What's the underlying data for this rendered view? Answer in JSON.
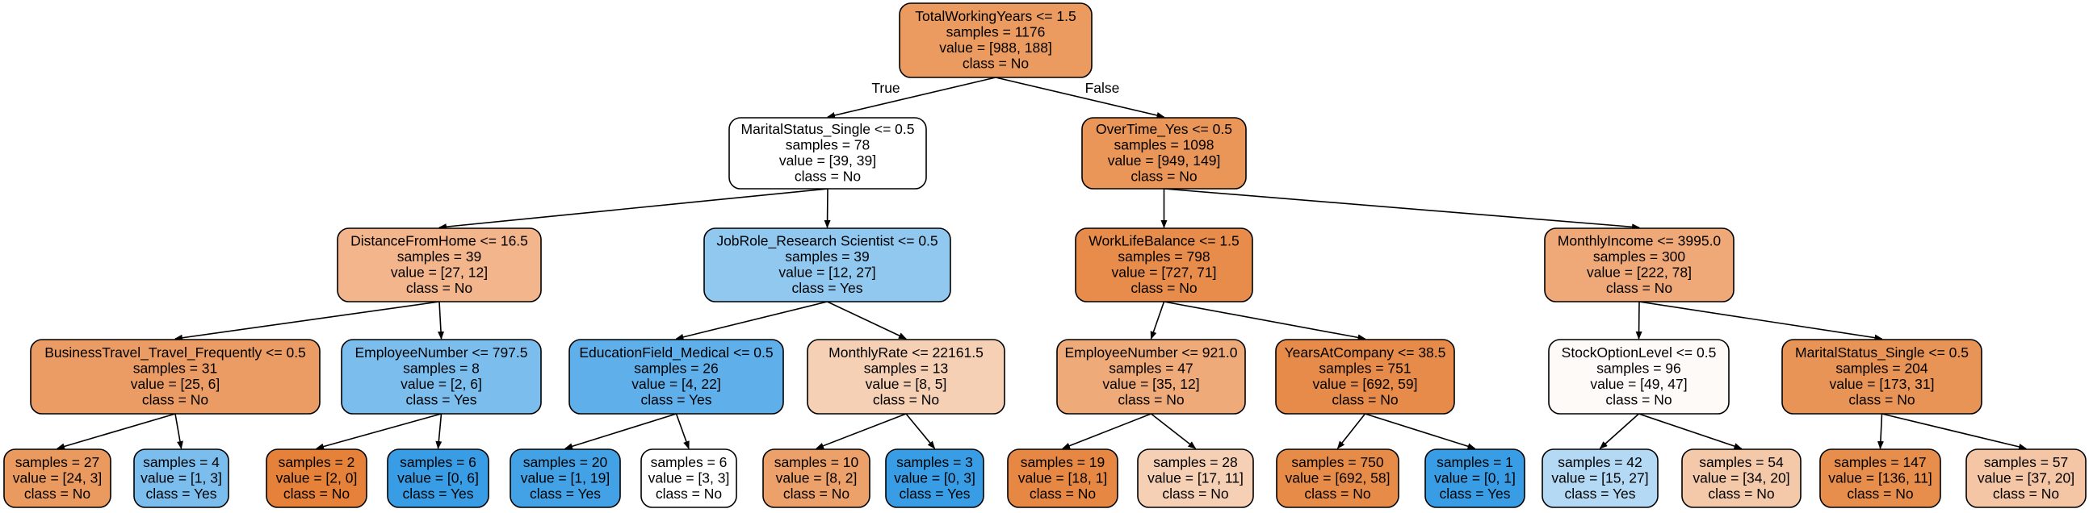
{
  "tree": {
    "edge_labels": {
      "true": "True",
      "false": "False"
    },
    "nodes": [
      {
        "id": "root",
        "color": "#eb9b5f",
        "lines": [
          "TotalWorkingYears <= 1.5",
          "samples = 1176",
          "value = [988, 188]",
          "class = No"
        ]
      },
      {
        "id": "n1",
        "color": "#ffffff",
        "lines": [
          "MaritalStatus_Single <= 0.5",
          "samples = 78",
          "value = [39, 39]",
          "class = No"
        ]
      },
      {
        "id": "n2",
        "color": "#ea9659",
        "lines": [
          "OverTime_Yes <= 0.5",
          "samples = 1098",
          "value = [949, 149]",
          "class = No"
        ]
      },
      {
        "id": "n3",
        "color": "#f3b58b",
        "lines": [
          "DistanceFromHome <= 16.5",
          "samples = 39",
          "value = [27, 12]",
          "class = No"
        ]
      },
      {
        "id": "n4",
        "color": "#90c8f0",
        "lines": [
          "JobRole_Research Scientist <= 0.5",
          "samples = 39",
          "value = [12, 27]",
          "class = Yes"
        ]
      },
      {
        "id": "n5",
        "color": "#e88c4c",
        "lines": [
          "WorkLifeBalance <= 1.5",
          "samples = 798",
          "value = [727, 71]",
          "class = No"
        ]
      },
      {
        "id": "n6",
        "color": "#efa978",
        "lines": [
          "MonthlyIncome <= 3995.0",
          "samples = 300",
          "value = [222, 78]",
          "class = No"
        ]
      },
      {
        "id": "n7",
        "color": "#eb9c64",
        "lines": [
          "BusinessTravel_Travel_Frequently <= 0.5",
          "samples = 31",
          "value = [25, 6]",
          "class = No"
        ]
      },
      {
        "id": "n8",
        "color": "#7bbeee",
        "lines": [
          "EmployeeNumber <= 797.5",
          "samples = 8",
          "value = [2, 6]",
          "class = Yes"
        ]
      },
      {
        "id": "n9",
        "color": "#5eafea",
        "lines": [
          "EducationField_Medical <= 0.5",
          "samples = 26",
          "value = [4, 22]",
          "class = Yes"
        ]
      },
      {
        "id": "n10",
        "color": "#f5d0b5",
        "lines": [
          "MonthlyRate <= 22161.5",
          "samples = 13",
          "value = [8, 5]",
          "class = No"
        ]
      },
      {
        "id": "n11",
        "color": "#efaa7a",
        "lines": [
          "EmployeeNumber <= 921.0",
          "samples = 47",
          "value = [35, 12]",
          "class = No"
        ]
      },
      {
        "id": "n12",
        "color": "#e78b4a",
        "lines": [
          "YearsAtCompany <= 38.5",
          "samples = 751",
          "value = [692, 59]",
          "class = No"
        ]
      },
      {
        "id": "n13",
        "color": "#fefaf7",
        "lines": [
          "StockOptionLevel <= 0.5",
          "samples = 96",
          "value = [49, 47]",
          "class = No"
        ]
      },
      {
        "id": "n14",
        "color": "#e99457",
        "lines": [
          "MaritalStatus_Single <= 0.5",
          "samples = 204",
          "value = [173, 31]",
          "class = No"
        ]
      },
      {
        "id": "l1",
        "color": "#ea9a5f",
        "lines": [
          "samples = 27",
          "value = [24, 3]",
          "class = No"
        ]
      },
      {
        "id": "l2",
        "color": "#7bbeee",
        "lines": [
          "samples = 4",
          "value = [1, 3]",
          "class = Yes"
        ]
      },
      {
        "id": "l3",
        "color": "#e58139",
        "lines": [
          "samples = 2",
          "value = [2, 0]",
          "class = No"
        ]
      },
      {
        "id": "l4",
        "color": "#399de5",
        "lines": [
          "samples = 6",
          "value = [0, 6]",
          "class = Yes"
        ]
      },
      {
        "id": "l5",
        "color": "#43a2e6",
        "lines": [
          "samples = 20",
          "value = [1, 19]",
          "class = Yes"
        ]
      },
      {
        "id": "l6",
        "color": "#ffffff",
        "lines": [
          "samples = 6",
          "value = [3, 3]",
          "class = No"
        ]
      },
      {
        "id": "l7",
        "color": "#eca06a",
        "lines": [
          "samples = 10",
          "value = [8, 2]",
          "class = No"
        ]
      },
      {
        "id": "l8",
        "color": "#399de5",
        "lines": [
          "samples = 3",
          "value = [0, 3]",
          "class = Yes"
        ]
      },
      {
        "id": "l9",
        "color": "#e68844",
        "lines": [
          "samples = 19",
          "value = [18, 1]",
          "class = No"
        ]
      },
      {
        "id": "l10",
        "color": "#f6d0b4",
        "lines": [
          "samples = 28",
          "value = [17, 11]",
          "class = No"
        ]
      },
      {
        "id": "l11",
        "color": "#e78b49",
        "lines": [
          "samples = 750",
          "value = [692, 58]",
          "class = No"
        ]
      },
      {
        "id": "l12",
        "color": "#399de5",
        "lines": [
          "samples = 1",
          "value = [0, 1]",
          "class = Yes"
        ]
      },
      {
        "id": "l13",
        "color": "#b3d9f5",
        "lines": [
          "samples = 42",
          "value = [15, 27]",
          "class = Yes"
        ]
      },
      {
        "id": "l14",
        "color": "#f4c9aa",
        "lines": [
          "samples = 54",
          "value = [34, 20]",
          "class = No"
        ]
      },
      {
        "id": "l15",
        "color": "#e88e4d",
        "lines": [
          "samples = 147",
          "value = [136, 11]",
          "class = No"
        ]
      },
      {
        "id": "l16",
        "color": "#f4c6a6",
        "lines": [
          "samples = 57",
          "value = [37, 20]",
          "class = No"
        ]
      }
    ],
    "edges": [
      [
        "root",
        "n1"
      ],
      [
        "root",
        "n2"
      ],
      [
        "n1",
        "n3"
      ],
      [
        "n1",
        "n4"
      ],
      [
        "n2",
        "n5"
      ],
      [
        "n2",
        "n6"
      ],
      [
        "n3",
        "n7"
      ],
      [
        "n3",
        "n8"
      ],
      [
        "n4",
        "n9"
      ],
      [
        "n4",
        "n10"
      ],
      [
        "n5",
        "n11"
      ],
      [
        "n5",
        "n12"
      ],
      [
        "n6",
        "n13"
      ],
      [
        "n6",
        "n14"
      ],
      [
        "n7",
        "l1"
      ],
      [
        "n7",
        "l2"
      ],
      [
        "n8",
        "l3"
      ],
      [
        "n8",
        "l4"
      ],
      [
        "n9",
        "l5"
      ],
      [
        "n9",
        "l6"
      ],
      [
        "n10",
        "l7"
      ],
      [
        "n10",
        "l8"
      ],
      [
        "n11",
        "l9"
      ],
      [
        "n11",
        "l10"
      ],
      [
        "n12",
        "l11"
      ],
      [
        "n12",
        "l12"
      ],
      [
        "n13",
        "l13"
      ],
      [
        "n13",
        "l14"
      ],
      [
        "n14",
        "l15"
      ],
      [
        "n14",
        "l16"
      ]
    ]
  }
}
